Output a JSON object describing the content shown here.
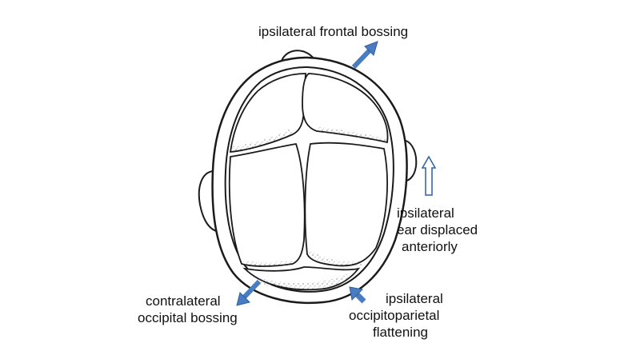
{
  "labels": {
    "frontal_bossing": "ipsilateral frontal bossing",
    "ear": [
      "ipsilateral",
      "ear displaced",
      "anteriorly"
    ],
    "occipital_bossing": [
      "contralateral",
      "occipital bossing"
    ],
    "flattening": [
      "ipsilateral",
      "occipitoparietal",
      "flattening"
    ]
  },
  "colors": {
    "arrow_fill": "#4a7cc0",
    "arrow_outline": "#2f5f9e",
    "line": "#1a1a1a"
  },
  "icons": {
    "frontal_arrow": "arrow-up-right-icon",
    "ear_arrow": "outline-arrow-up-icon",
    "occipital_arrow": "arrow-down-left-icon",
    "flattening_arrow": "arrow-up-left-icon"
  }
}
